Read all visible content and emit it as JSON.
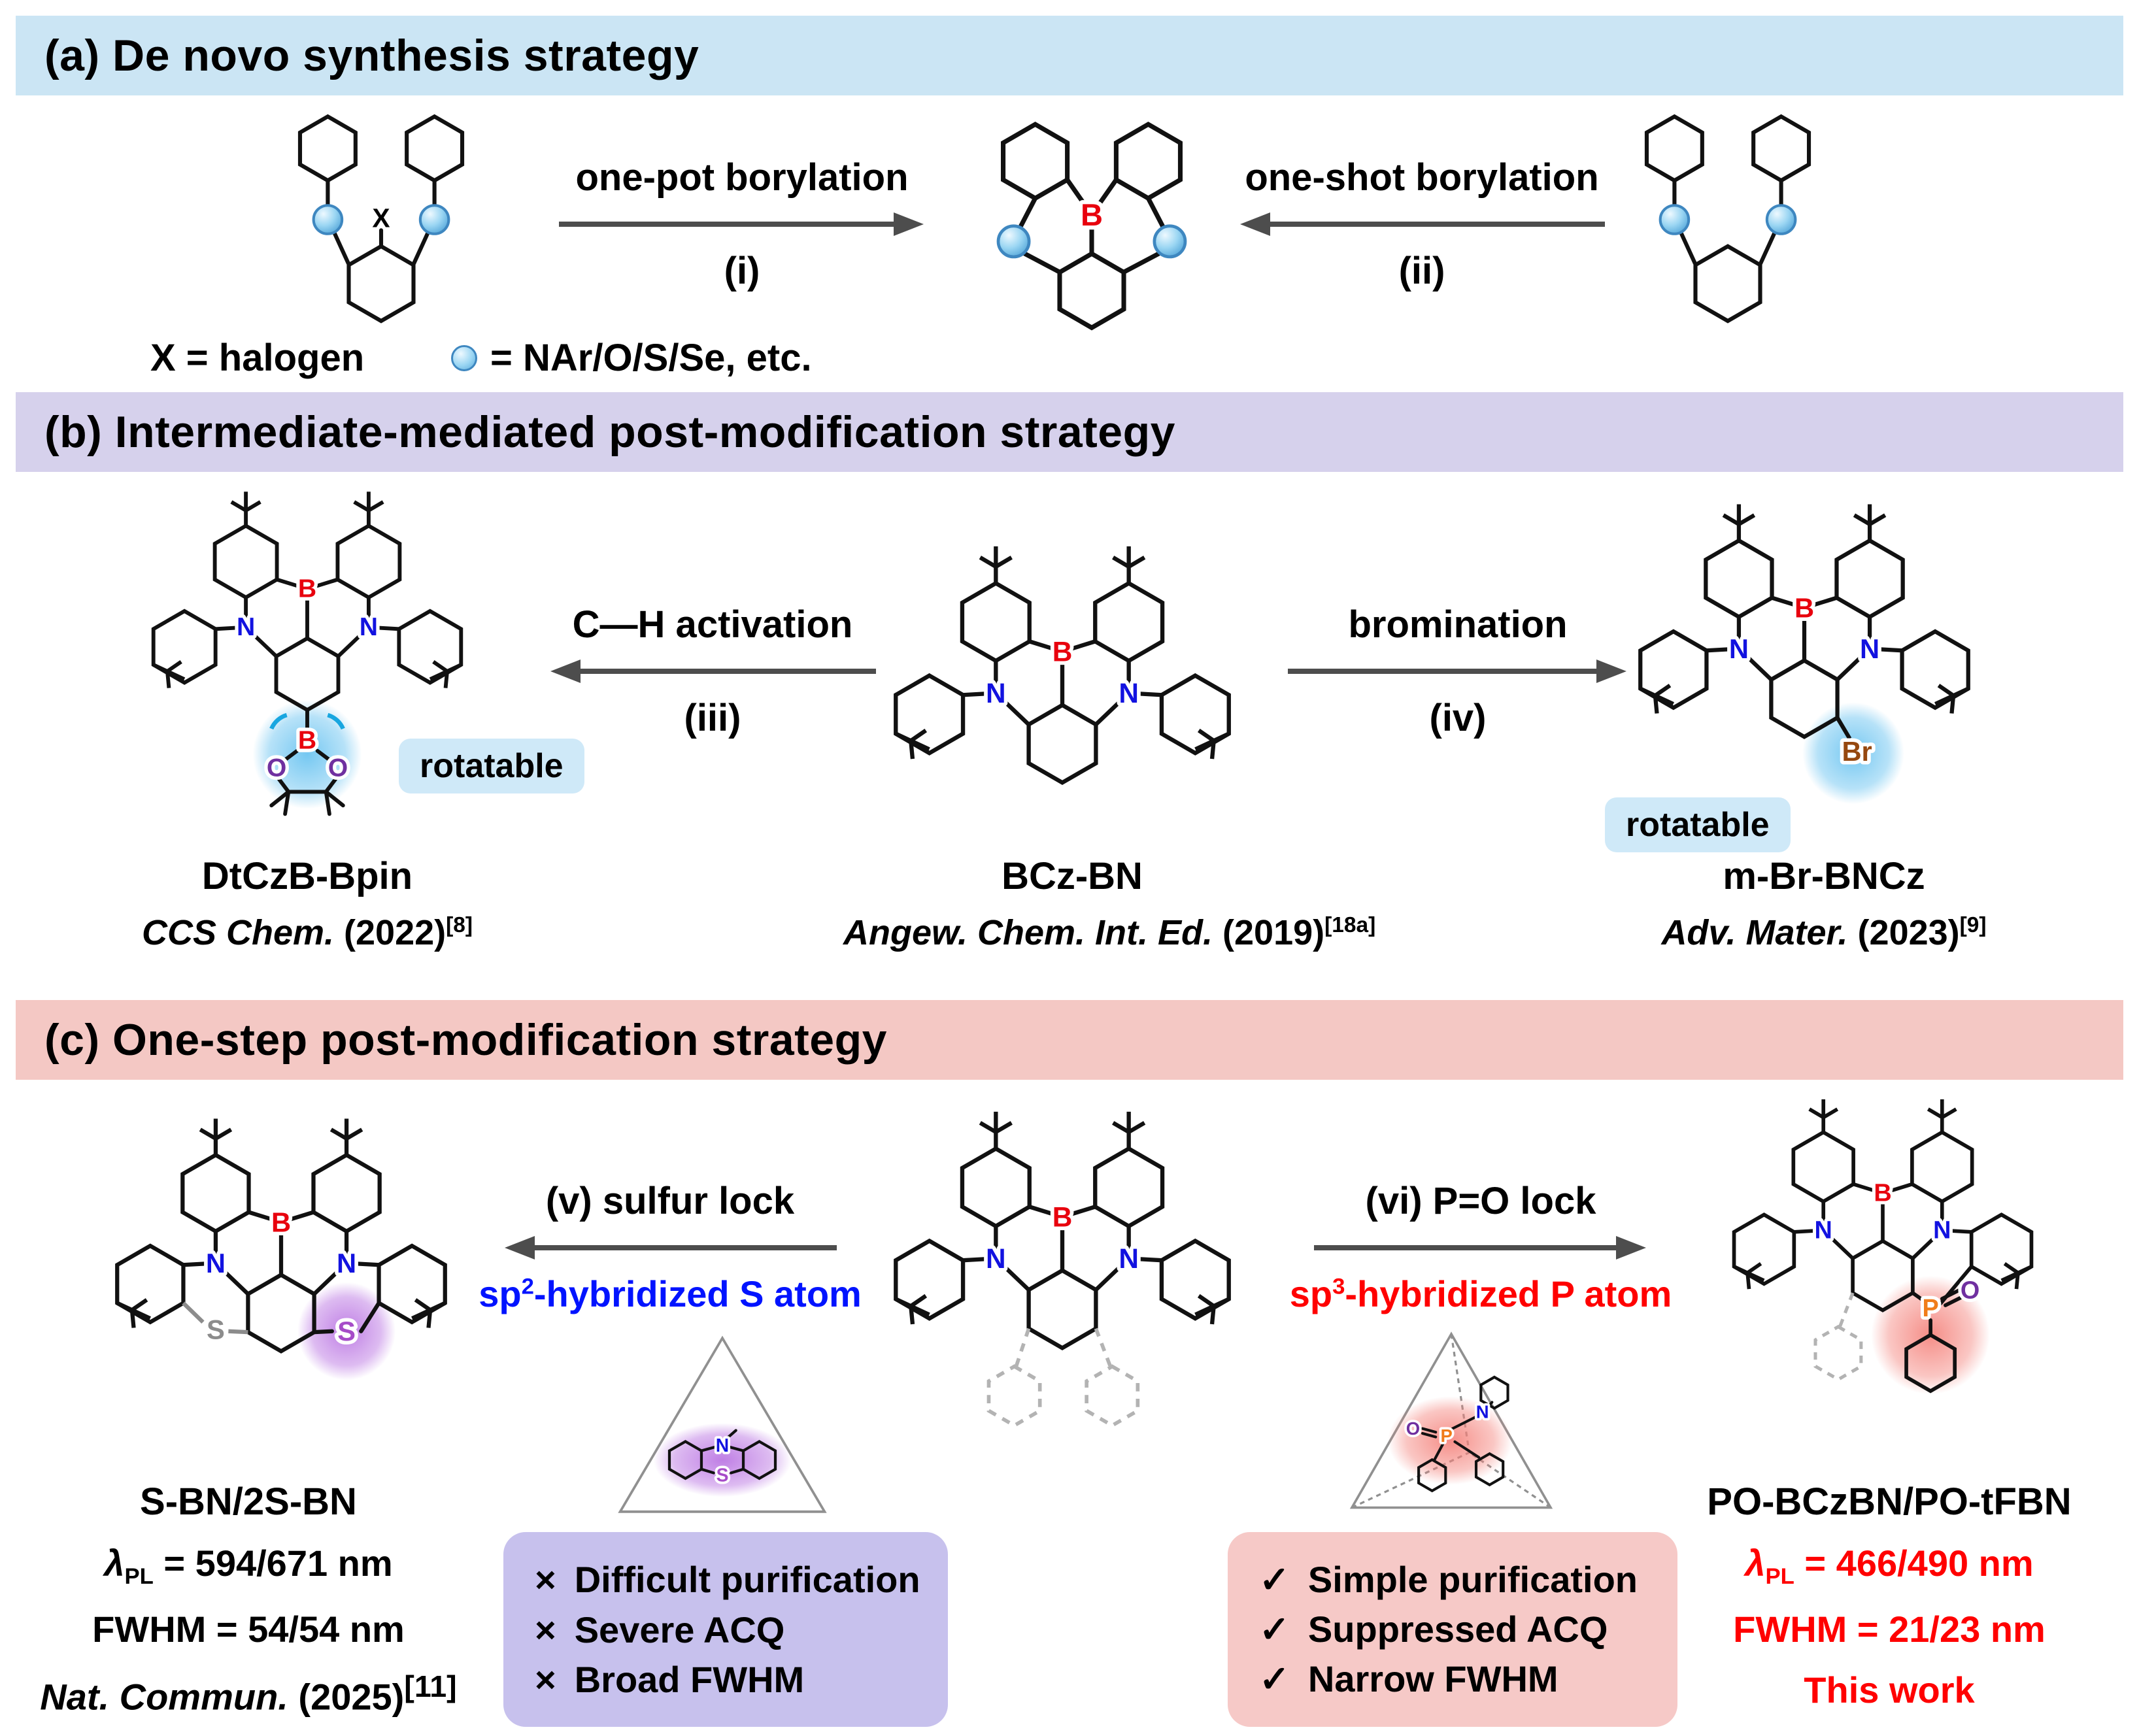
{
  "palette": {
    "header_a_bg": "#cbe5f4",
    "header_b_bg": "#d6d1ec",
    "header_c_bg": "#f4c8c4",
    "boron_red": "#e8000d",
    "nitrogen_blue": "#1212e0",
    "oxygen_purple": "#7030a0",
    "phosphorus_orange": "#f07d1a",
    "sulfur_purple": "#a64cc8",
    "sulfur_gray": "#8c8c8c",
    "bromine_brown": "#96480f",
    "linker_ball_blue": "#9bd6f3",
    "highlight_blue": "#6ec5f1",
    "highlight_purple": "#b468e0",
    "highlight_red": "#f4817a",
    "cons_box_bg": "#c7c1ed",
    "pros_box_bg": "#f6c9c7",
    "chip_bg": "#cfe9f8",
    "arrow_gray": "#4d4d4d",
    "blue_text": "#0013ff",
    "red_text": "#ff0000"
  },
  "atoms": {
    "B": "B",
    "N": "N",
    "O": "O",
    "S": "S",
    "P": "P",
    "Br": "Br",
    "X": "X"
  },
  "section_a": {
    "header": "(a) De novo synthesis strategy",
    "arrow_i": {
      "label": "one-pot borylation",
      "step": "(i)"
    },
    "arrow_ii": {
      "label": "one-shot borylation",
      "step": "(ii)"
    },
    "legend_x": "X = halogen",
    "legend_ball": "= NAr/O/S/Se, etc."
  },
  "section_b": {
    "header": "(b) Intermediate-mediated post-modification strategy",
    "arrow_iii": {
      "label": "C—H activation",
      "step": "(iii)"
    },
    "arrow_iv": {
      "label": "bromination",
      "step": "(iv)"
    },
    "rotatable_label": "rotatable",
    "left": {
      "name": "DtCzB-Bpin",
      "journal": "CCS Chem.",
      "year": " (2022)",
      "ref": "[8]"
    },
    "center": {
      "name": "BCz-BN",
      "journal": "Angew. Chem. Int. Ed.",
      "year": " (2019)",
      "ref": "[18a]"
    },
    "right": {
      "name": "m-Br-BNCz",
      "journal": "Adv. Mater.",
      "year": " (2023)",
      "ref": "[9]"
    }
  },
  "section_c": {
    "header": "(c) One-step post-modification strategy",
    "arrow_v": {
      "label": "(v) sulfur lock",
      "note_base": "sp",
      "note_sup": "2",
      "note_rest": "-hybridized S atom"
    },
    "arrow_vi": {
      "label": "(vi) P=O lock",
      "note_base": "sp",
      "note_sup": "3",
      "note_rest": "-hybridized P atom"
    },
    "left": {
      "name": "S-BN/2S-BN",
      "lambda_sym": "λ",
      "lambda_sub": "PL",
      "lambda_val": " = 594/671 nm",
      "fwhm": "FWHM = 54/54 nm",
      "journal": "Nat. Commun.",
      "year": " (2025)",
      "ref": "[11]"
    },
    "right": {
      "name": "PO-BCzBN/PO-tFBN",
      "lambda_sym": "λ",
      "lambda_sub": "PL",
      "lambda_val": " = 466/490 nm",
      "fwhm": "FWHM = 21/23 nm",
      "thiswork": "This work"
    },
    "cons": {
      "mark": "×",
      "items": [
        "Difficult purification",
        "Severe ACQ",
        "Broad FWHM"
      ]
    },
    "pros": {
      "mark": "✓",
      "items": [
        "Simple purification",
        "Suppressed ACQ",
        "Narrow FWHM"
      ]
    }
  }
}
